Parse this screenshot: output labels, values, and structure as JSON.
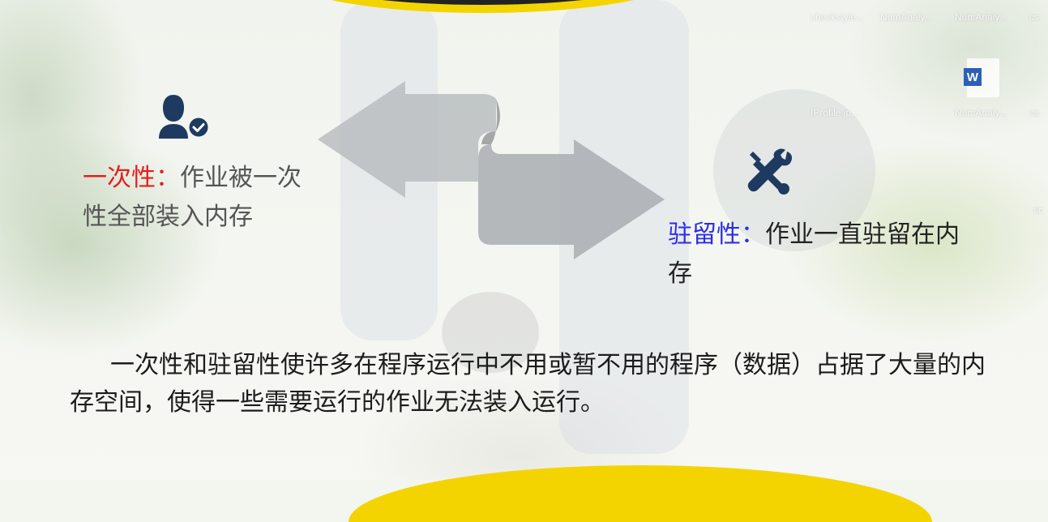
{
  "desktop": {
    "top_labels": [
      "checkstyle...",
      "NumAnaly...",
      "NumAnaly...",
      "cs"
    ],
    "second_labels": [
      "IProfile.jp...",
      "NumAnaly...",
      "cs"
    ],
    "word_icon_glyph": "W",
    "side_label": "sc"
  },
  "slide": {
    "left": {
      "icon": "user-check-icon",
      "keyword": "一次性：",
      "text": "作业被一次性全部装入内存",
      "keyword_color": "#e02020"
    },
    "right": {
      "icon": "wrench-screwdriver-icon",
      "keyword": "驻留性：",
      "text": "作业一直驻留在内存",
      "keyword_color": "#2a2ee8"
    },
    "paragraph": "一次性和驻留性使许多在程序运行中不用或暂不用的程序（数据）占据了大量的内存空间，使得一些需要运行的作业无法装入运行。",
    "colors": {
      "accent_yellow": "#f4d400",
      "icon_navy": "#1f3a60",
      "arrow_gray": "#b8bcbf"
    }
  }
}
